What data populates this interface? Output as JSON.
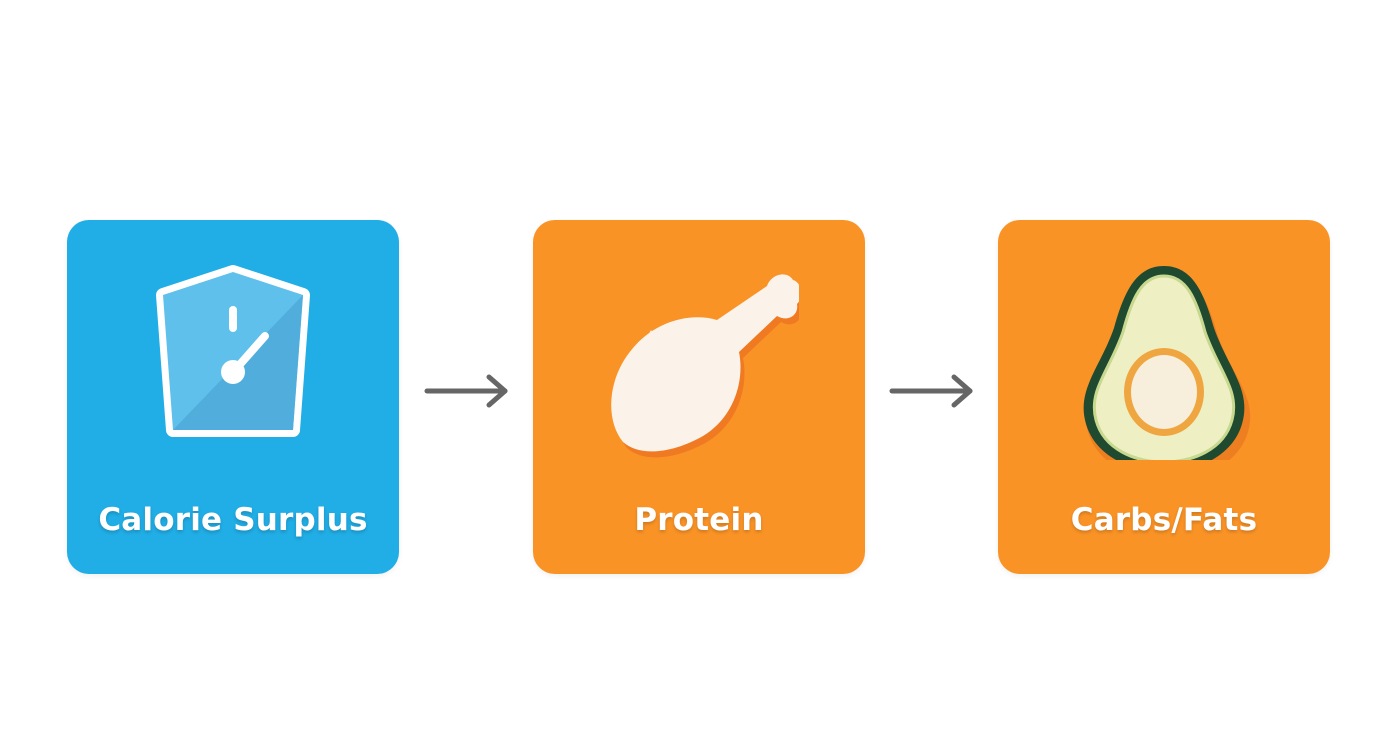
{
  "steps": [
    {
      "label": "Calorie Surplus",
      "icon": "scale-icon",
      "color": "#21ADE5"
    },
    {
      "label": "Protein",
      "icon": "chicken-leg-icon",
      "color": "#FA9326"
    },
    {
      "label": "Carbs/Fats",
      "icon": "avocado-icon",
      "color": "#FA9326"
    }
  ],
  "arrow_color": "#666666"
}
